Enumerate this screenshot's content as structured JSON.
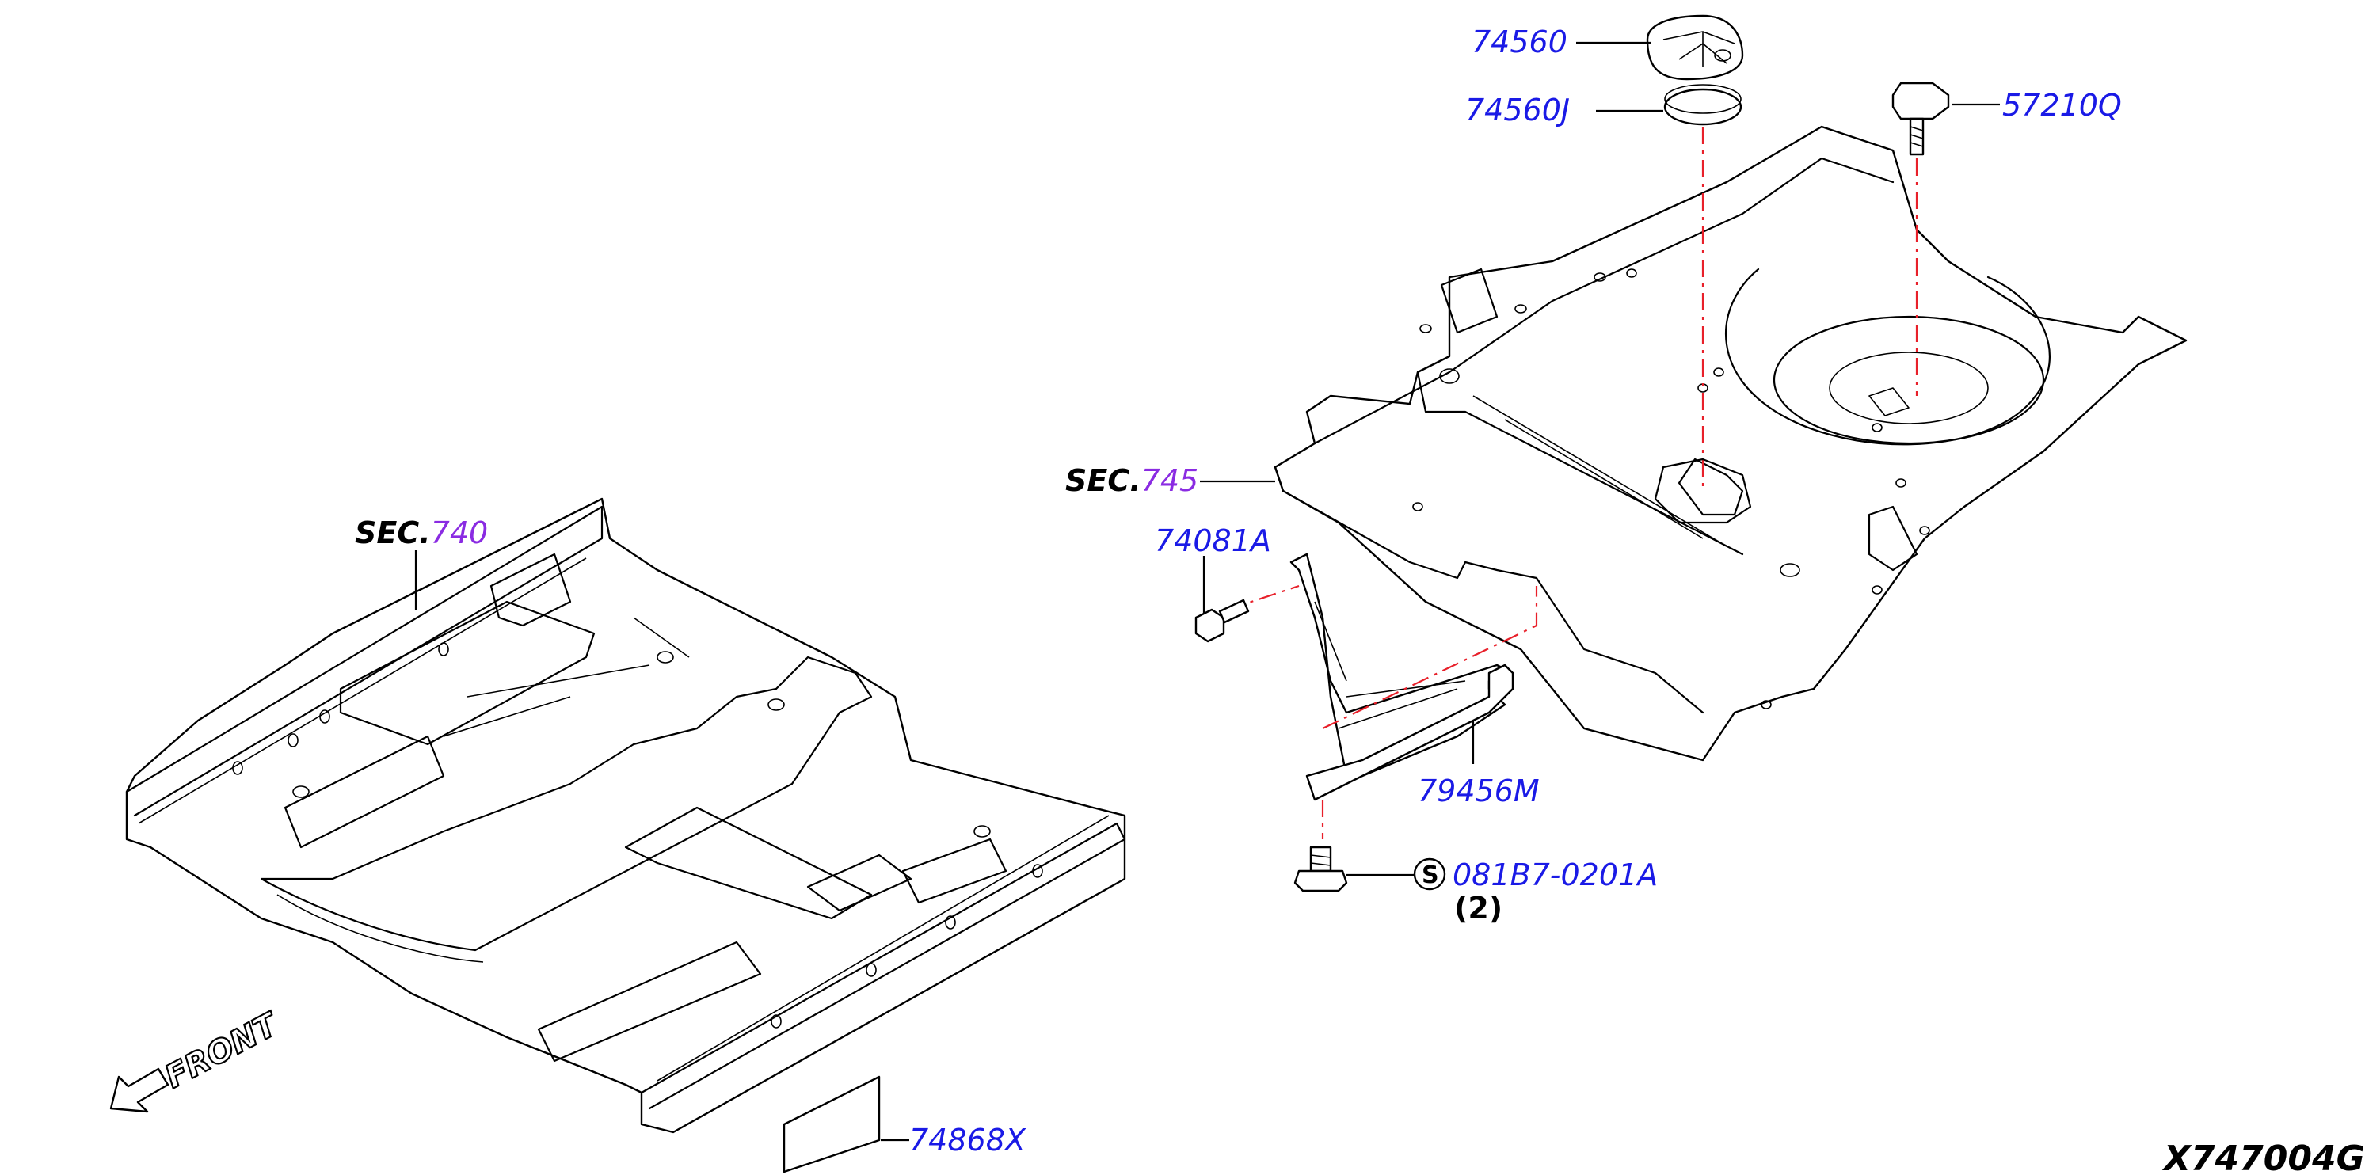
{
  "labels": {
    "p74560": "74560",
    "p74560J": "74560J",
    "p57210Q": "57210Q",
    "p74081A": "74081A",
    "p79456M": "79456M",
    "p081B7": "081B7-0201A",
    "qty": "(2)",
    "s_symbol": "S",
    "p74868X": "74868X",
    "sec_prefix": "SEC.",
    "sec740": "740",
    "sec745": "745",
    "front": "FRONT",
    "drawing_code": "X747004G"
  },
  "colors": {
    "part_number": "#1a1ae6",
    "section_number": "#8a2be2",
    "centerline": "#e8202a",
    "line": "#000000"
  },
  "icons": {
    "front_arrow": "arrow-left-down-icon",
    "s_mark": "circled-s-icon"
  }
}
